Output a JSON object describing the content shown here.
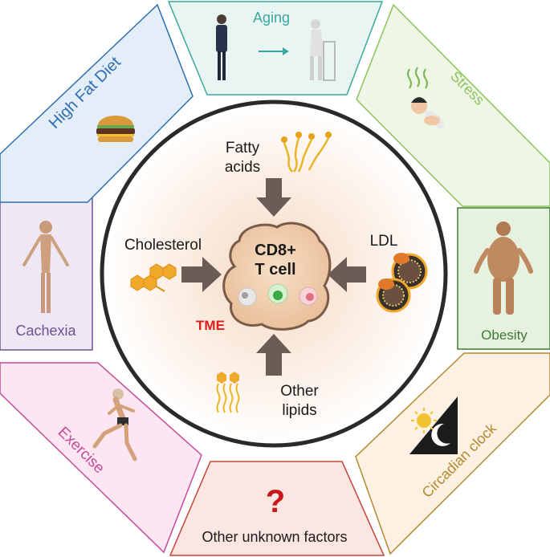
{
  "segments": {
    "aging": {
      "label": "Aging",
      "color": "#3aa8a0"
    },
    "stress": {
      "label": "Stress",
      "color": "#8cc35a"
    },
    "obesity": {
      "label": "Obesity",
      "color": "#3f7a34"
    },
    "circadian": {
      "label": "Circadian clock",
      "color": "#b5882e"
    },
    "unknown": {
      "label": "Other unknown factors",
      "color": "#c8433a"
    },
    "exercise": {
      "label": "Exercise",
      "color": "#c64a9a"
    },
    "cachexia": {
      "label": "Cachexia",
      "color": "#6a5293"
    },
    "high_fat_diet": {
      "label": "High Fat Diet",
      "color": "#2f6fb2"
    }
  },
  "center": {
    "cell_line1": "CD8+",
    "cell_line2": "T cell",
    "tme": "TME",
    "fatty_acids_line1": "Fatty",
    "fatty_acids_line2": "acids",
    "cholesterol": "Cholesterol",
    "ldl": "LDL",
    "other_lipids_line1": "Other",
    "other_lipids_line2": "lipids"
  },
  "unknown_symbol": "?",
  "icons": [
    "man-to-elderly-icon",
    "stressed-person-icon",
    "obese-person-icon",
    "sun-moon-icon",
    "question-mark-icon",
    "runner-icon",
    "cachexia-body-icon",
    "burger-icon",
    "fatty-acid-chains-icon",
    "cholesterol-rings-icon",
    "ldl-particle-icon",
    "phospholipid-icon",
    "t-cells-icon"
  ]
}
